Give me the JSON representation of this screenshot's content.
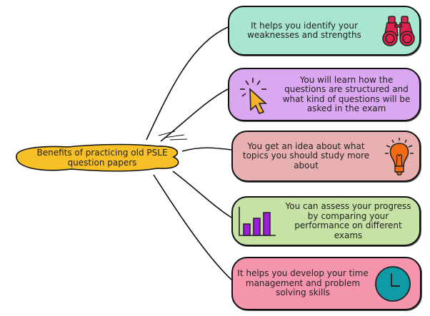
{
  "center": {
    "label": "Benefits of practicing old PSLE question papers",
    "color": "#f7c026"
  },
  "branches": [
    {
      "text": "It helps you identify your weaknesses and strengths",
      "icon": "binoculars-icon",
      "bg": "#a8e6cf",
      "icon_color": "#e3204e"
    },
    {
      "text": "You will learn how the questions are structured and what kind of questions will be asked in the exam",
      "icon": "cursor-click-icon",
      "bg": "#dba7f0",
      "icon_color": "#f5b32b"
    },
    {
      "text": "You get an idea about what topics you should study more about",
      "icon": "lightbulb-icon",
      "bg": "#e8b0b0",
      "icon_color": "#f26a12"
    },
    {
      "text": "You can assess your progress by comparing your performance on different exams",
      "icon": "bar-chart-icon",
      "bg": "#c6e2a4",
      "icon_color": "#9b1ed8"
    },
    {
      "text": "It helps you develop your time management and problem solving skills",
      "icon": "clock-icon",
      "bg": "#f595ad",
      "icon_color": "#0f9aa5"
    }
  ]
}
